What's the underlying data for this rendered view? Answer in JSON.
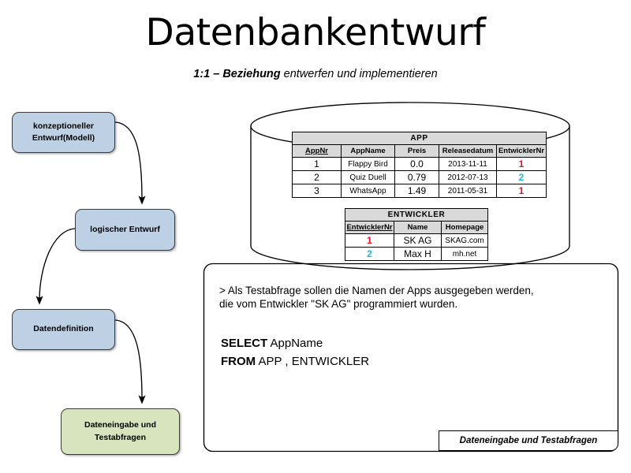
{
  "slide": {
    "title": "Datenbankentwurf",
    "subtitle_strong": "1:1 – Beziehung",
    "subtitle_rest": " entwerfen und implementieren"
  },
  "flow": {
    "steps": [
      {
        "label": "konzeptioneller\nEntwurf(Modell)",
        "line1": "konzeptioneller",
        "line2": "Entwurf(Modell)",
        "color": "#bdd0e4"
      },
      {
        "label": "logischer Entwurf",
        "line1": "logischer Entwurf",
        "line2": "",
        "color": "#bdd0e4"
      },
      {
        "label": "Datendefinition",
        "line1": "Datendefinition",
        "line2": "",
        "color": "#bdd0e4"
      },
      {
        "label": "Dateneingabe und Testabfragen",
        "line1": "Dateneingabe und",
        "line2": "Testabfragen",
        "color": "#d7e4bd"
      }
    ]
  },
  "database": {
    "tables": [
      {
        "name": "APP",
        "caption": "APP",
        "headers": [
          "AppNr",
          "AppName",
          "Preis",
          "Releasedatum",
          "EntwicklerNr"
        ],
        "primary_key": "AppNr",
        "rows": [
          {
            "AppNr": "1",
            "AppName": "Flappy Bird",
            "Preis": "0.0",
            "Releasedatum": "2013-11-11",
            "EntwicklerNr": "1",
            "fk_color": "#e8112d"
          },
          {
            "AppNr": "2",
            "AppName": "Quiz Duell",
            "Preis": "0.79",
            "Releasedatum": "2012-07-13",
            "EntwicklerNr": "2",
            "fk_color": "#1bb3e8"
          },
          {
            "AppNr": "3",
            "AppName": "WhatsApp",
            "Preis": "1.49",
            "Releasedatum": "2011-05-31",
            "EntwicklerNr": "1",
            "fk_color": "#e8112d"
          }
        ]
      },
      {
        "name": "ENTWICKLER",
        "caption": "ENTWICKLER",
        "headers": [
          "EntwicklerNr",
          "Name",
          "Homepage"
        ],
        "primary_key": "EntwicklerNr",
        "rows": [
          {
            "EntwicklerNr": "1",
            "Name": "SK AG",
            "Homepage": "SKAG.com",
            "pk_color": "#e8112d"
          },
          {
            "EntwicklerNr": "2",
            "Name": "Max H",
            "Homepage": "mh.net",
            "pk_color": "#1bb3e8"
          }
        ]
      }
    ]
  },
  "task": {
    "line1": "> Als Testabfrage sollen die Namen der Apps ausgegeben werden,",
    "line2": "die vom Entwickler \"SK AG\" programmiert wurden."
  },
  "sql": {
    "select_keyword": "SELECT",
    "select_columns": "AppName",
    "from_keyword": "FROM",
    "from_tables": "APP , ENTWICKLER"
  },
  "footer": {
    "label": "Dateneingabe und Testabfragen"
  },
  "colors": {
    "box_blue": "#bdd0e4",
    "box_green": "#d7e4bd",
    "header_gray": "#d9d9d9",
    "fk_red": "#e8112d",
    "fk_blue": "#1bb3e8",
    "stroke": "#000000"
  }
}
